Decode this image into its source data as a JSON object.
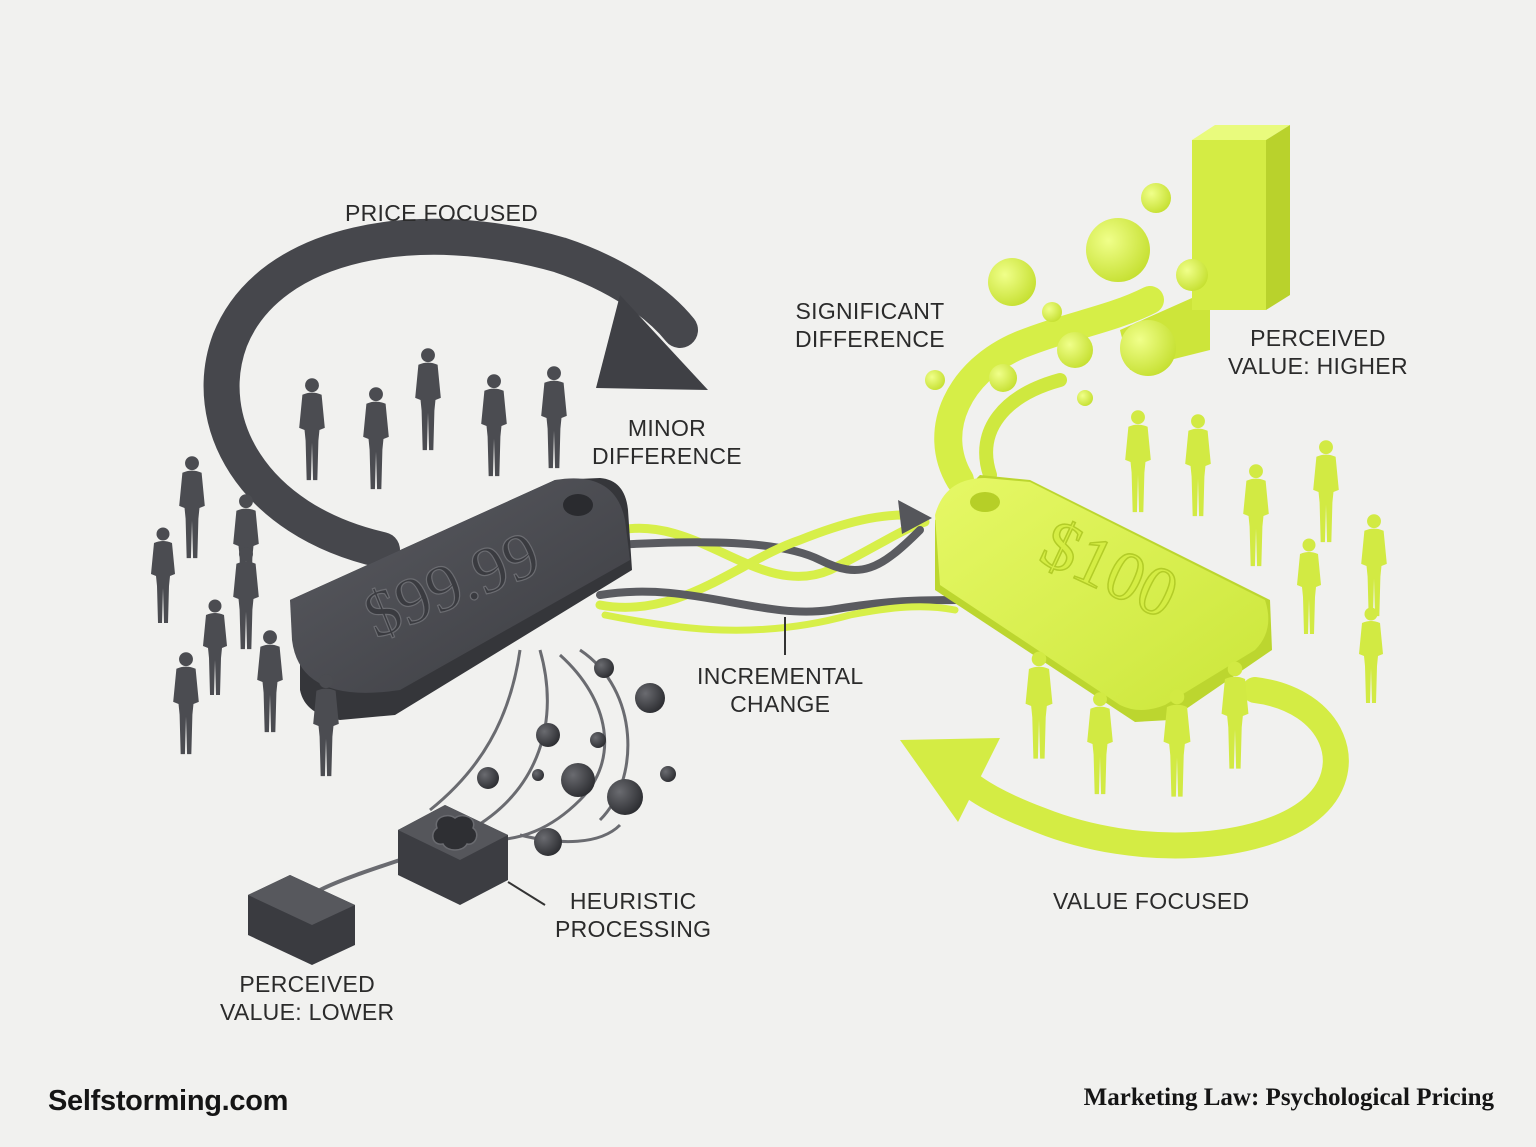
{
  "labels": {
    "price_focused": "PRICE FOCUSED",
    "minor_difference": [
      "MINOR",
      "DIFFERENCE"
    ],
    "significant_difference": [
      "SIGNIFICANT",
      "DIFFERENCE"
    ],
    "perceived_value_higher": [
      "PERCEIVED",
      "VALUE: HIGHER"
    ],
    "incremental_change": [
      "INCREMENTAL",
      "CHANGE"
    ],
    "heuristic_processing": [
      "HEURISTIC",
      "PROCESSING"
    ],
    "perceived_value_lower": [
      "PERCEIVED",
      "VALUE: LOWER"
    ],
    "value_focused": "VALUE FOCUSED"
  },
  "tags": {
    "left_price": "$99.99",
    "right_price": "$100"
  },
  "footer": {
    "brand": "Selfstorming.com",
    "title": "Marketing Law: Psychological Pricing"
  },
  "colors": {
    "dark": "#4a4b50",
    "lime": "#d8f04a",
    "background": "#f1f1ef"
  },
  "icons": {
    "brain": "brain-icon"
  }
}
